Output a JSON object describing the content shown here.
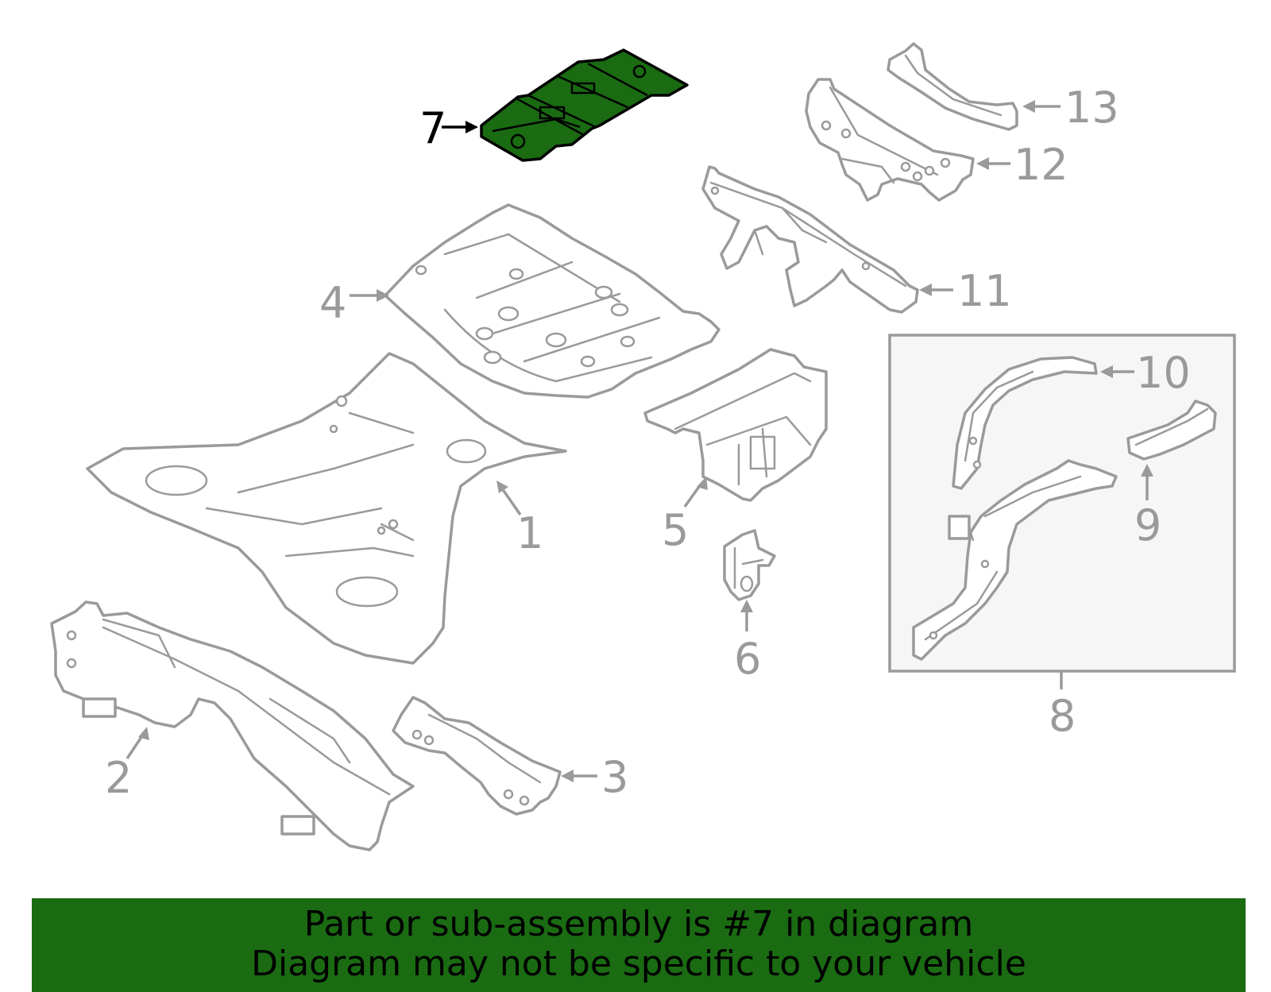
{
  "diagram": {
    "callouts": [
      "1",
      "2",
      "3",
      "4",
      "5",
      "6",
      "7",
      "8",
      "9",
      "10",
      "11",
      "12",
      "13"
    ],
    "highlighted_callout": "7",
    "colors": {
      "highlight_fill": "#1a6b12",
      "line_gray": "#9a9a9a",
      "banner_bg": "#1a6b12"
    }
  },
  "banner": {
    "line1": "Part or sub-assembly is #7 in diagram",
    "line2": "Diagram may not be specific to your vehicle"
  }
}
